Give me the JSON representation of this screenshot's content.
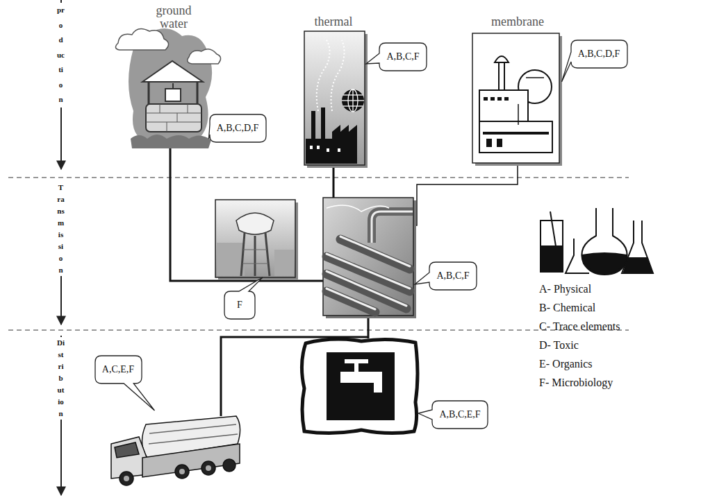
{
  "diagram": {
    "nodes": [
      {
        "text": [
          "A,B,C,D,F"
        ]
      },
      {
        "text": [
          "A,B,C,F"
        ]
      },
      {
        "text": [
          "A,B,C,D,F"
        ]
      },
      {
        "text": [
          "F"
        ]
      },
      {
        "text": [
          "A,B,C,F"
        ]
      },
      {
        "text": [
          "A,C,E,F"
        ]
      },
      {
        "text": [
          "A,B,C,E,F"
        ]
      }
    ],
    "labels": [
      "production",
      "Transmission",
      "Distribution",
      "ground water",
      "thermal",
      "membrane"
    ],
    "legend": [
      {
        "text": "A- Physical"
      },
      {
        "text": "B- Chemical"
      },
      {
        "text": "C- Trace elements"
      },
      {
        "text": "D- Toxic"
      },
      {
        "text": "E- Organics"
      },
      {
        "text": "F- Microbiology"
      }
    ]
  }
}
